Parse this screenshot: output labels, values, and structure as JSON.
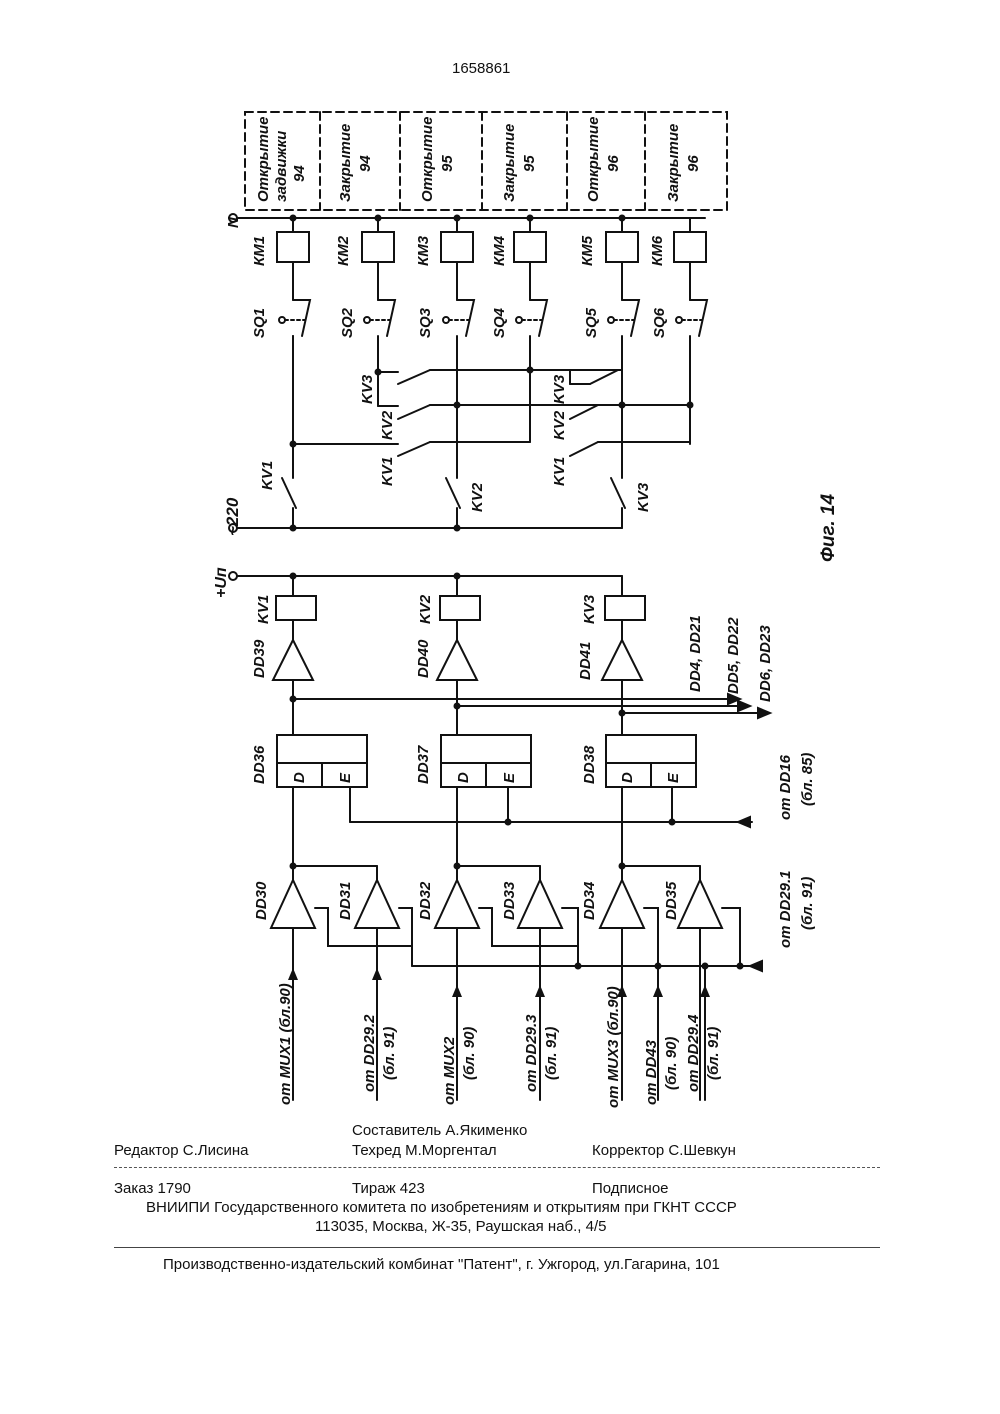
{
  "header": {
    "doc_number": "1658861"
  },
  "schematic": {
    "load_labels": [
      [
        "Открытие",
        "задвижки",
        "94"
      ],
      [
        "Закрытие",
        "94"
      ],
      [
        "Открытие",
        "95"
      ],
      [
        "Закрытие",
        "95"
      ],
      [
        "Открытие",
        "96"
      ],
      [
        "Закрытие",
        "96"
      ]
    ],
    "neutral_label": "N",
    "relays": [
      "КМ1",
      "КМ2",
      "КМ3",
      "КМ4",
      "КМ5",
      "КМ6"
    ],
    "limit_switches": [
      "SQ1",
      "SQ2",
      "SQ3",
      "SQ4",
      "SQ5",
      "SQ6"
    ],
    "interlock_labels": {
      "kv3_a": "KV3",
      "kv2_a": "KV2",
      "kv1_a": "KV1",
      "kv3_b": "KV3",
      "kv2_b": "KV2",
      "kv1_b": "KV1"
    },
    "main_contacts": [
      "KV1",
      "KV2",
      "KV3"
    ],
    "ac_supply": "~220",
    "dc_supply": "+Uп",
    "coils": [
      "KV1",
      "KV2",
      "KV3"
    ],
    "drivers": [
      "DD39",
      "DD40",
      "DD41"
    ],
    "outputs": [
      "DD4, DD21",
      "DD5, DD22",
      "DD6, DD23"
    ],
    "latches": [
      "DD36",
      "DD37",
      "DD38"
    ],
    "latch_pins": {
      "d": "D",
      "e": "E"
    },
    "buffers": [
      "DD30",
      "DD31",
      "DD32",
      "DD33",
      "DD34",
      "DD35"
    ],
    "enable_source": [
      "от DD16",
      "(бл. 85)"
    ],
    "buffer_enable_source": [
      "от DD29.1",
      "(бл. 91)"
    ],
    "inputs": [
      [
        "от MUX1 (бл.90)"
      ],
      [
        "от DD29.2",
        "(бл. 91)"
      ],
      [
        "от MUX2",
        "(бл. 90)"
      ],
      [
        "от DD29.3",
        "(бл. 91)"
      ],
      [
        "от MUX3 (бл.90)"
      ],
      [
        "от DD43",
        "(бл. 90)"
      ],
      [
        "от DD29.4",
        "(бл. 91)"
      ]
    ],
    "figure_label": "Фиг. 14"
  },
  "footer": {
    "compiler": "Составитель А.Якименко",
    "editor": "Редактор  С.Лисина",
    "techred": "Техред М.Моргентал",
    "corrector": "Корректор  С.Шевкун",
    "order": "Заказ  1790",
    "circulation": "Тираж 423",
    "subscription": "Подписное",
    "institute": "ВНИИПИ Государственного комитета по изобретениям и открытиям при ГКНТ СССР",
    "address": "113035, Москва, Ж-35, Раушская наб., 4/5",
    "publisher": "Производственно-издательский комбинат \"Патент\", г. Ужгород, ул.Гагарина, 101"
  }
}
